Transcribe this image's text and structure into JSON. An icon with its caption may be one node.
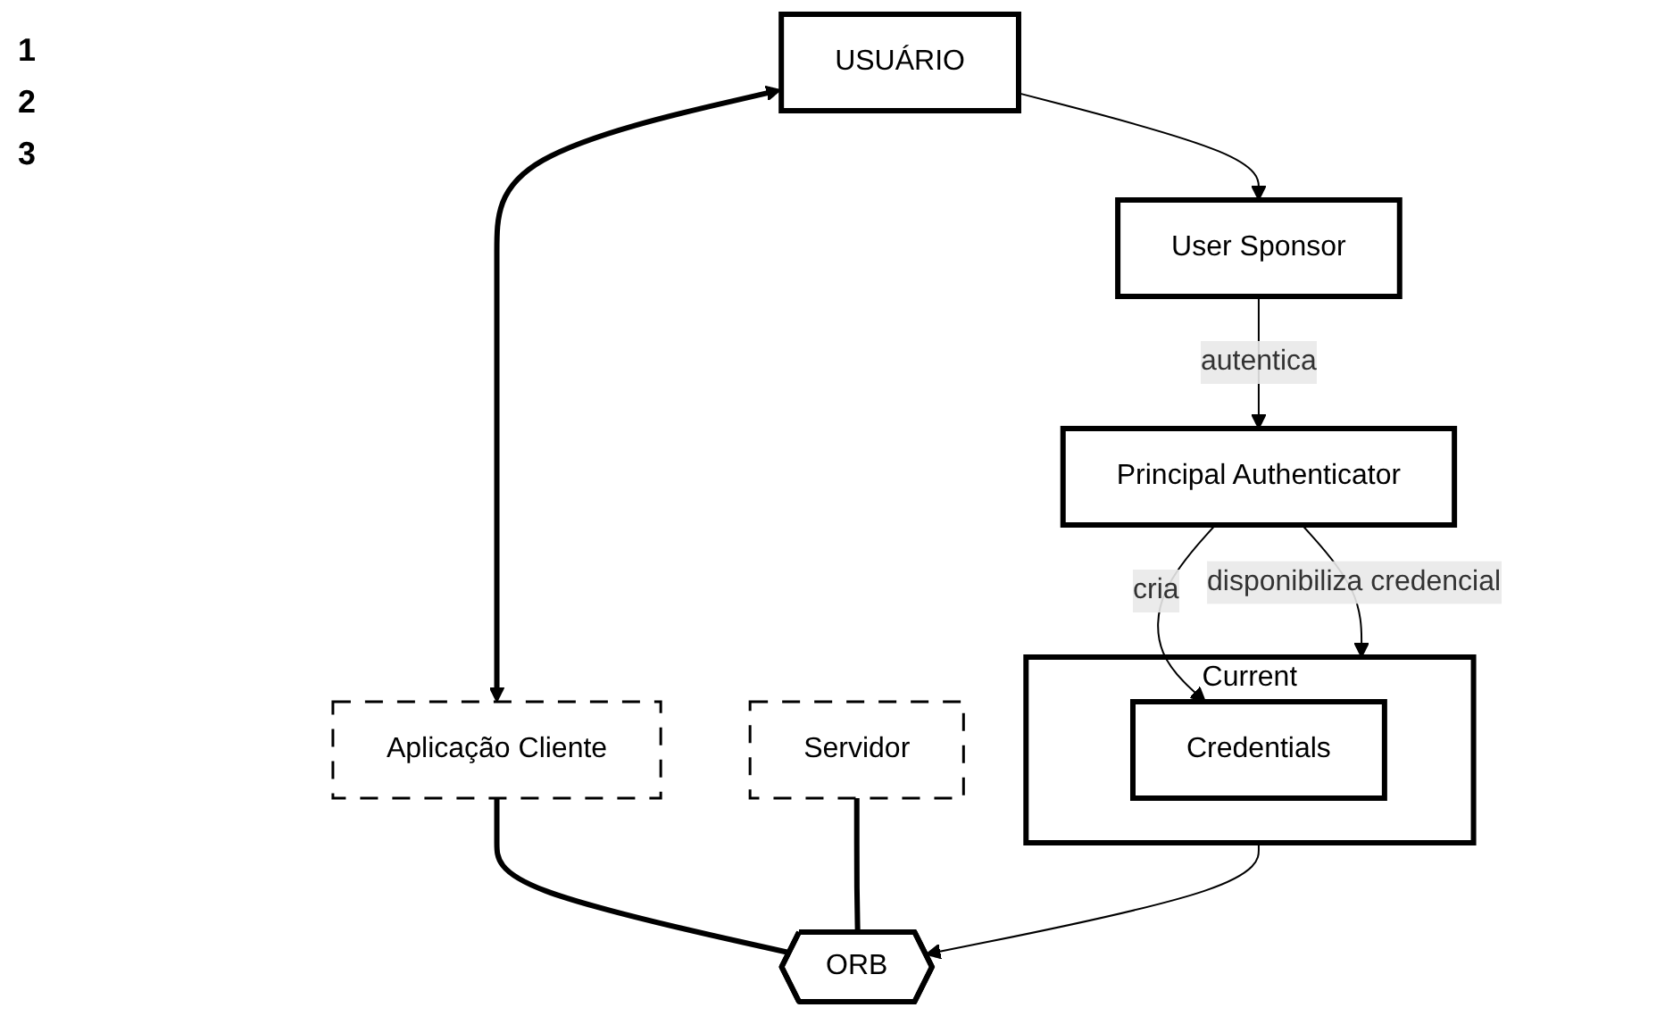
{
  "diagram": {
    "nodes": [
      {
        "text": [
          "USUÁRIO"
        ]
      },
      {
        "text": [
          "User Sponsor"
        ]
      },
      {
        "text": [
          "Principal Authenticator"
        ]
      },
      {
        "text": [
          "Current"
        ]
      },
      {
        "text": [
          "Credentials"
        ],
        "in": 3
      },
      {
        "text": [
          "Aplicação Cliente"
        ]
      },
      {
        "text": [
          "Servidor"
        ]
      },
      {
        "text": [
          "ORB"
        ]
      }
    ],
    "edges": [
      {
        "from": 0,
        "to": 1,
        "arrow": "to"
      },
      {
        "from": 1,
        "to": 2,
        "arrow": "to",
        "label": "autentica"
      },
      {
        "from": 2,
        "to": 4,
        "arrow": "to",
        "label": "cria"
      },
      {
        "from": 2,
        "to": 3,
        "arrow": "to",
        "label": "disponibiliza credencial"
      },
      {
        "from": 0,
        "to": 5,
        "arrow": "both",
        "style": "thick"
      },
      {
        "from": 3,
        "to": 7,
        "arrow": "to"
      },
      {
        "from": 5,
        "to": 7,
        "arrow": "none",
        "style": "thick"
      },
      {
        "from": 6,
        "to": 7,
        "arrow": "none",
        "style": "thick"
      }
    ],
    "labels": [
      "1",
      "2",
      "3"
    ]
  }
}
